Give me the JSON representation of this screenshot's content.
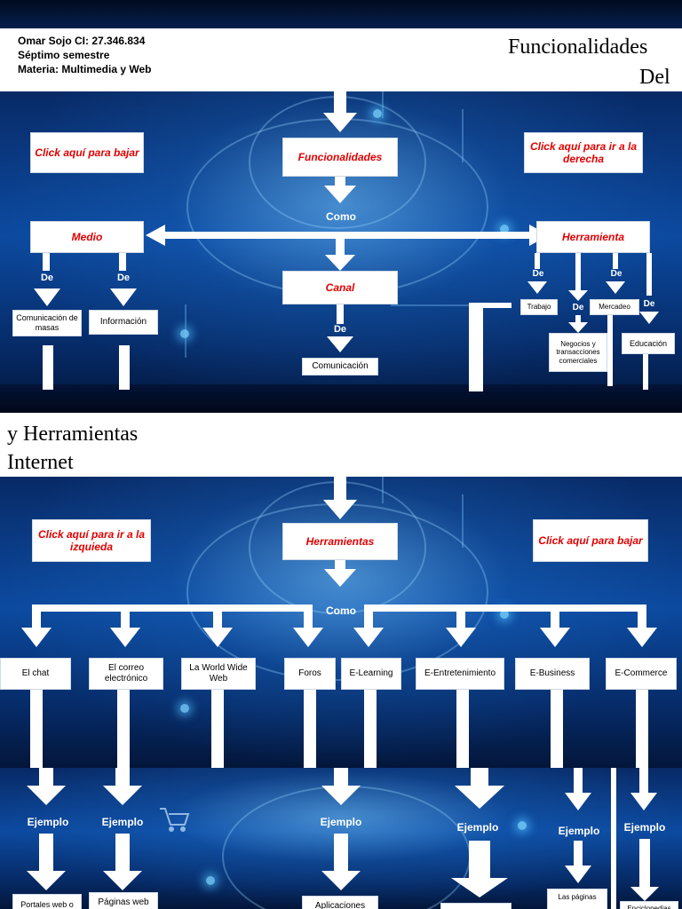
{
  "header": {
    "author_line": "Omar Sojo CI: 27.346.834",
    "semester": "Séptimo semestre",
    "subject": "Materia: Multimedia y Web",
    "title_line1": "Funcionalidades",
    "title_line2": "Del",
    "title_line3": "y Herramientas",
    "title_line4": "Internet"
  },
  "panel1": {
    "nav_left": "Click aquí para bajar",
    "center_title": "Funcionalidades",
    "nav_right": "Click aquí para ir a la derecha",
    "como": "Como",
    "medio": "Medio",
    "herramienta": "Herramienta",
    "canal": "Canal",
    "de": "De",
    "comunicacion_masas": "Comunicación de masas",
    "informacion": "Información",
    "comunicacion": "Comunicación",
    "trabajo": "Trabajo",
    "mercadeo": "Mercadeo",
    "negocios": "Negocios y transacciones comerciales",
    "educacion": "Educación"
  },
  "panel2": {
    "nav_left": "Click aquí para ir a la izquieda",
    "center_title": "Herramientas",
    "nav_right": "Click aquí para bajar",
    "como": "Como",
    "tools": [
      "El chat",
      "El correo electrónico",
      "La World Wide Web",
      "Foros",
      "E-Learning",
      "E-Entretenimiento",
      "E-Business",
      "E-Commerce"
    ]
  },
  "panel3": {
    "ejemplo": "Ejemplo",
    "ex_portales": "Portales web o",
    "ex_paginas": "Páginas web",
    "ex_aplicaciones": "Aplicaciones",
    "ex_las_paginas": "Las páginas",
    "ex_enciclopedias": "Enciclopedias"
  },
  "colors": {
    "red_text": "#e00000",
    "panel_blue": "#0c4aa0",
    "arrow": "#ffffff"
  }
}
